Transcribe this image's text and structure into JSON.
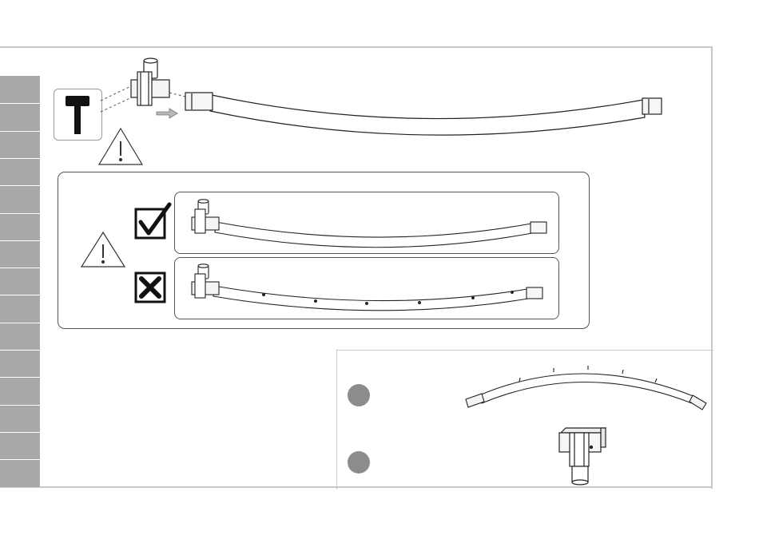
{
  "page": {
    "kind": "assembly-instruction-sheet"
  },
  "icons": {
    "tool": "mallet-icon",
    "warning": "warning-triangle-icon",
    "correct": "checkbox-check-icon",
    "incorrect": "checkbox-x-icon",
    "direction": "arrow-right-icon"
  },
  "colors": {
    "sidebar": "#a9a9a9",
    "part_marker": "#8c8c8c",
    "line": "#333333",
    "frame": "#c8c8c8"
  },
  "parts": [
    {
      "marker": "",
      "item": "curved-tube"
    },
    {
      "marker": "",
      "item": "t-connector"
    }
  ]
}
